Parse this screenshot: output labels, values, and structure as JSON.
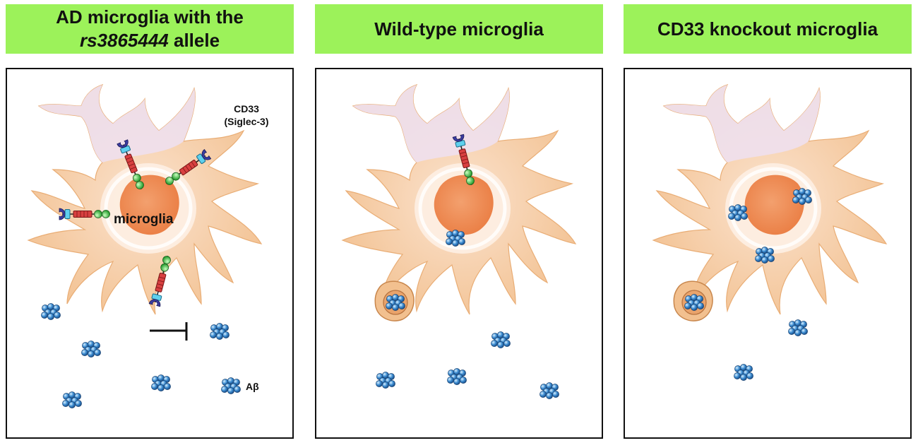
{
  "panels": [
    {
      "title_line1": "AD microglia with the",
      "title_italic": "rs3865444",
      "title_rest": " allele"
    },
    {
      "title": "Wild-type microglia"
    },
    {
      "title": "CD33 knockout microglia"
    }
  ],
  "labels": {
    "receptor_name": "CD33",
    "receptor_alias": "(Siglec-3)",
    "cell": "microglia",
    "amyloid": "Aβ"
  },
  "colors": {
    "header_bg": "#9cf25a",
    "cell_outer": "#f4c79c",
    "cell_inner": "#fbe6d3",
    "cell_top": "#eee0ee",
    "nucleus": "#f08f58",
    "receptor_head": "#3b3ca0",
    "receptor_link": "#5fd0ee",
    "receptor_body": "#cc3a3a",
    "receptor_bead": "#44c64a",
    "amyloid": "#2f7cc4"
  }
}
